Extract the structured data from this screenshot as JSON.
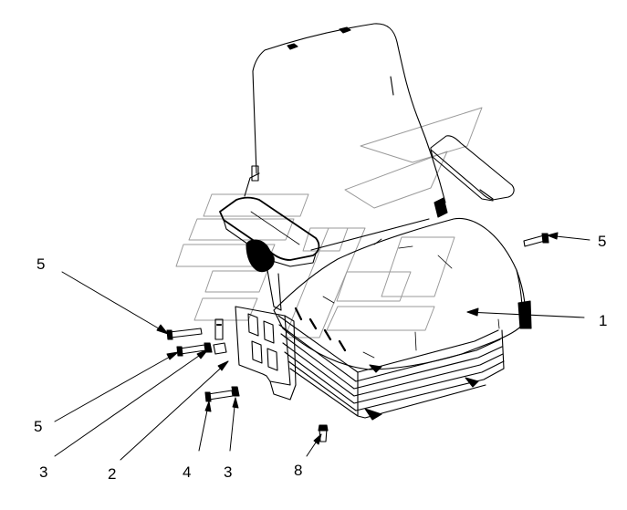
{
  "figure": {
    "callouts": [
      {
        "id": "c1",
        "text": "1"
      },
      {
        "id": "c2",
        "text": "2"
      },
      {
        "id": "c3a",
        "text": "3"
      },
      {
        "id": "c3b",
        "text": "3"
      },
      {
        "id": "c4",
        "text": "4"
      },
      {
        "id": "c5a",
        "text": "5"
      },
      {
        "id": "c5b",
        "text": "5"
      },
      {
        "id": "c5c",
        "text": "5"
      },
      {
        "id": "c8",
        "text": "8"
      }
    ],
    "colors": {
      "line": "#000000",
      "watermark": "#9a9a9a",
      "background": "#ffffff"
    }
  }
}
